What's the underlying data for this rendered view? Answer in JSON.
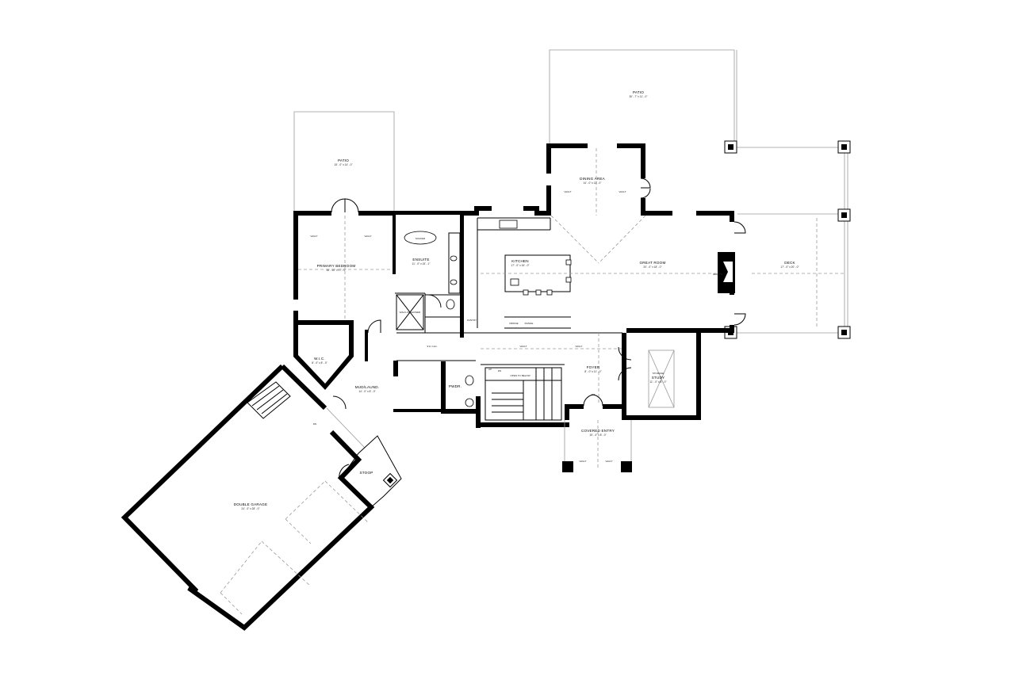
{
  "rooms": {
    "patio_primary": {
      "name": "PATIO",
      "dim": "15' - 0\" x 14' - 0\""
    },
    "patio_dining": {
      "name": "PATIO",
      "dim": "30' - 7\" x 11' - 0\""
    },
    "primary_bedroom": {
      "name": "PRIMARY BEDROOM",
      "dim": "16' - 10\" x 17' - 0\""
    },
    "ensuite": {
      "name": "ENSUITE",
      "dim": "11' - 0\" x 15' - 1\""
    },
    "kitchen": {
      "name": "KITCHEN",
      "dim": "17' - 0\" x 16' - 0\""
    },
    "dining_area": {
      "name": "DINING AREA",
      "dim": "14' - 0\" x 11' - 0\""
    },
    "great_room": {
      "name": "GREAT ROOM",
      "dim": "20' - 0\" x 18' - 0\""
    },
    "deck": {
      "name": "DECK",
      "dim": "17' - 0\" x 20' - 0\""
    },
    "wic": {
      "name": "W.I.C.",
      "dim": "8' - 0\" x 8' - 0\""
    },
    "mudroom": {
      "name": "MUD/LAUND.",
      "dim": "14' - 0\" x 8' - 0\""
    },
    "pwdr": {
      "name": "PWDR."
    },
    "foyer": {
      "name": "FOYER",
      "dim": "8' - 0\" x 11' - 0\""
    },
    "study": {
      "name": "STUDY",
      "dim": "11' - 0\" x 8' - 0\""
    },
    "covered_entry": {
      "name": "COVERED ENTRY",
      "dim": "15' - 4\" x 8' - 0\""
    },
    "stoop": {
      "name": "STOOP"
    },
    "double_garage": {
      "name": "DOUBLE GARAGE",
      "dim": "24' - 0\" x 28' - 0\""
    }
  },
  "labels": {
    "vault": "VAULT",
    "tub": "SOAKER",
    "shower": "WALK-IN SHOWER",
    "pantry": "PANTRY",
    "fridge": "FRIDGE",
    "range": "RANGE",
    "hearth": "HEARTH",
    "open_below": "OPEN TO BELOW",
    "up": "UP",
    "dn": "DN",
    "hall_ceiling": "9'H. CLG.",
    "storage": "STORAGE"
  }
}
